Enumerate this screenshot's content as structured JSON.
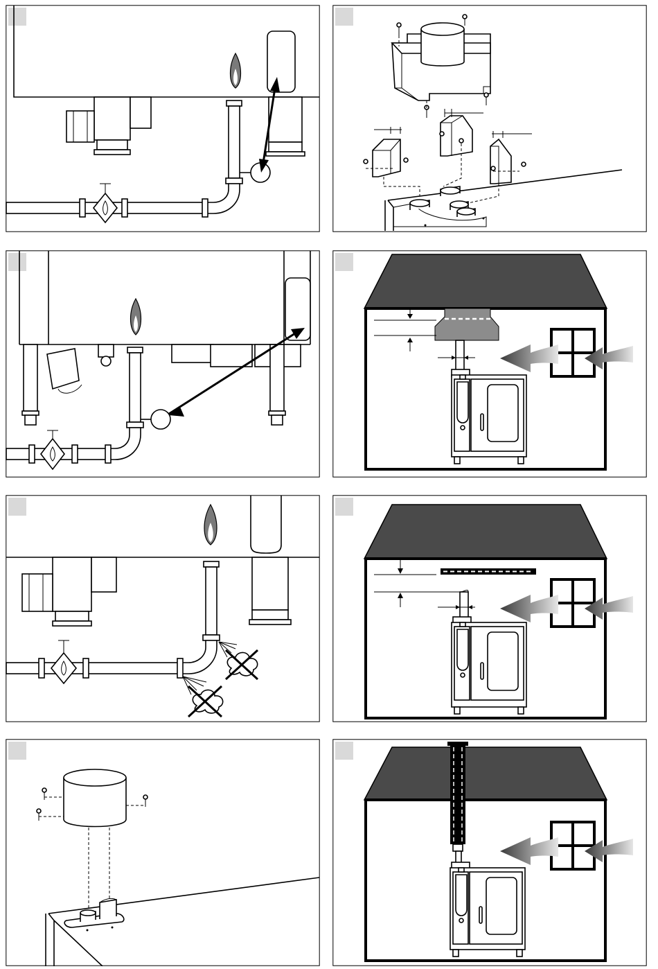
{
  "figure": {
    "panels": [
      {
        "id": "p1",
        "subject": "gas-connection-with-pressure-gauge"
      },
      {
        "id": "p2",
        "subject": "exhaust-hood-assembly"
      },
      {
        "id": "p3",
        "subject": "gas-connection-floor-model"
      },
      {
        "id": "p4",
        "subject": "room-with-extraction-hood"
      },
      {
        "id": "p5",
        "subject": "gas-leak-check-prohibited"
      },
      {
        "id": "p6",
        "subject": "room-with-extraction-ceiling"
      },
      {
        "id": "p7",
        "subject": "flue-gas-adapter-assembly"
      },
      {
        "id": "p8",
        "subject": "room-with-chimney-flue"
      }
    ]
  },
  "colors": {
    "line": "#000000",
    "roof": "#4a4a4a",
    "hood": "#8c8c8c",
    "badge": "#d9d9d9",
    "flame": "#7a7a7a",
    "airflow_from": "#3a3a3a",
    "airflow_to": "#e6e6e6"
  }
}
